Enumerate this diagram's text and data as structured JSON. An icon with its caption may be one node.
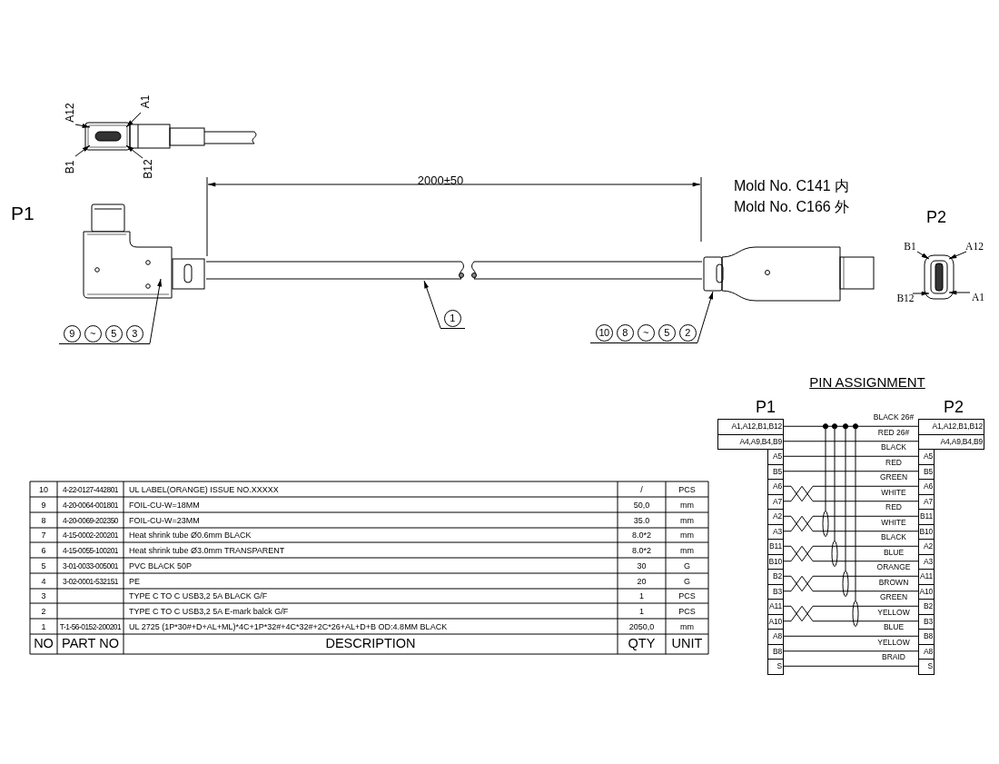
{
  "diagram": {
    "nodes": [
      {
        "text": [
          "A12"
        ]
      },
      {
        "text": [
          "A1"
        ]
      },
      {
        "text": [
          "B1"
        ]
      },
      {
        "text": [
          "B12"
        ]
      },
      {
        "text": [],
        "shape": "picture"
      },
      {
        "text": [],
        "shape": "picture"
      },
      {
        "text": [
          "9",
          "~",
          "5",
          "3"
        ]
      },
      {
        "text": [],
        "shape": "picture"
      },
      {
        "text": [
          "1"
        ]
      },
      {
        "text": [],
        "shape": "picture"
      },
      {
        "text": [
          "10",
          "8",
          "~",
          "5",
          "2"
        ]
      },
      {
        "text": [
          "B1"
        ]
      },
      {
        "text": [
          "A12"
        ]
      },
      {
        "text": [
          "B12"
        ]
      },
      {
        "text": [
          "A1"
        ]
      },
      {
        "text": [],
        "shape": "picture"
      },
      {
        "text": [
          "A1,A12,B1,B12"
        ]
      },
      {
        "text": [
          "A4,A9,B4,B9"
        ]
      },
      {
        "text": [
          "A5"
        ]
      },
      {
        "text": [
          "B5"
        ]
      },
      {
        "text": [
          "A6"
        ]
      },
      {
        "text": [
          "A7"
        ]
      },
      {
        "text": [
          "A2"
        ]
      },
      {
        "text": [
          "A3"
        ]
      },
      {
        "text": [
          "B11"
        ]
      },
      {
        "text": [
          "B10"
        ]
      },
      {
        "text": [
          "B2"
        ]
      },
      {
        "text": [
          "B3"
        ]
      },
      {
        "text": [
          "A11"
        ]
      },
      {
        "text": [
          "A10"
        ]
      },
      {
        "text": [
          "A8"
        ]
      },
      {
        "text": [
          "B8"
        ]
      },
      {
        "text": [
          "S"
        ]
      },
      {
        "text": [
          "A1,A12,B1,B12"
        ]
      },
      {
        "text": [
          "A4,A9,B4,B9"
        ]
      },
      {
        "text": [
          "A5"
        ]
      },
      {
        "text": [
          "B5"
        ]
      },
      {
        "text": [
          "A6"
        ]
      },
      {
        "text": [
          "A7"
        ]
      },
      {
        "text": [
          "B11"
        ]
      },
      {
        "text": [
          "B10"
        ]
      },
      {
        "text": [
          "A2"
        ]
      },
      {
        "text": [
          "A3"
        ]
      },
      {
        "text": [
          "A11"
        ]
      },
      {
        "text": [
          "A10"
        ]
      },
      {
        "text": [
          "B2"
        ]
      },
      {
        "text": [
          "B3"
        ]
      },
      {
        "text": [
          "B8"
        ]
      },
      {
        "text": [
          "A8"
        ]
      },
      {
        "text": [
          "S"
        ]
      }
    ],
    "edges": [
      {
        "from": 0,
        "to": 4,
        "arrow": "to"
      },
      {
        "from": 1,
        "to": 4,
        "arrow": "to"
      },
      {
        "from": 2,
        "to": 4,
        "arrow": "to"
      },
      {
        "from": 3,
        "to": 4,
        "arrow": "to"
      },
      {
        "from": 6,
        "to": 5,
        "arrow": "to"
      },
      {
        "from": 8,
        "to": 7,
        "arrow": "to"
      },
      {
        "from": 10,
        "to": 9,
        "arrow": "to"
      },
      {
        "from": 11,
        "to": 15,
        "arrow": "to"
      },
      {
        "from": 12,
        "to": 15,
        "arrow": "to"
      },
      {
        "from": 13,
        "to": 15,
        "arrow": "to"
      },
      {
        "from": 14,
        "to": 15,
        "arrow": "to"
      },
      {
        "from": 16,
        "to": 33,
        "arrow": "none",
        "label": "BLACK 26#"
      },
      {
        "from": 17,
        "to": 34,
        "arrow": "none",
        "label": "RED 26#"
      },
      {
        "from": 18,
        "to": 35,
        "arrow": "none",
        "label": "BLACK"
      },
      {
        "from": 19,
        "to": 36,
        "arrow": "none",
        "label": "RED"
      },
      {
        "from": 20,
        "to": 37,
        "arrow": "none",
        "label": "GREEN"
      },
      {
        "from": 21,
        "to": 38,
        "arrow": "none",
        "label": "WHITE"
      },
      {
        "from": 22,
        "to": 39,
        "arrow": "none",
        "label": "RED"
      },
      {
        "from": 23,
        "to": 40,
        "arrow": "none",
        "label": "WHITE"
      },
      {
        "from": 24,
        "to": 41,
        "arrow": "none",
        "label": "BLACK"
      },
      {
        "from": 25,
        "to": 42,
        "arrow": "none",
        "label": "BLUE"
      },
      {
        "from": 26,
        "to": 43,
        "arrow": "none",
        "label": "ORANGE"
      },
      {
        "from": 27,
        "to": 44,
        "arrow": "none",
        "label": "BROWN"
      },
      {
        "from": 28,
        "to": 45,
        "arrow": "none",
        "label": "GREEN"
      },
      {
        "from": 29,
        "to": 46,
        "arrow": "none",
        "label": "YELLOW"
      },
      {
        "from": 30,
        "to": 47,
        "arrow": "none",
        "label": "BLUE"
      },
      {
        "from": 31,
        "to": 48,
        "arrow": "none",
        "label": "YELLOW"
      },
      {
        "from": 32,
        "to": 49,
        "arrow": "none",
        "label": "BRAID"
      }
    ],
    "labels": [
      "P1",
      "2000±50",
      "Mold No. C141 内",
      "Mold No. C166 外",
      "P2",
      "PIN ASSIGNMENT",
      "P1",
      "P2",
      "10",
      "4-22-0127-442801",
      "UL LABEL(ORANGE) ISSUE NO.XXXXX",
      "/",
      "PCS",
      "9",
      "4-20-0064-001801",
      "FOIL-CU-W=18MM",
      "50,0",
      "mm",
      "8",
      "4-20-0069-202350",
      "FOIL-CU-W=23MM",
      "35.0",
      "mm",
      "7",
      "4-15-0002-200201",
      "Heat shrink tube Ø0.6mm BLACK",
      "8.0*2",
      "mm",
      "6",
      "4-15-0055-100201",
      "Heat shrink tube Ø3.0mm TRANSPARENT",
      "8.0*2",
      "mm",
      "5",
      "3-01-0033-005001",
      "PVC BLACK 50P",
      "30",
      "G",
      "4",
      "3-02-0001-532151",
      "PE",
      "20",
      "G",
      "3",
      "TYPE C TO C USB3,2 5A BLACK G/F",
      "1",
      "PCS",
      "2",
      "TYPE C TO C USB3,2 5A E-mark balck G/F",
      "1",
      "PCS",
      "1",
      "T-1-56-0152-200201",
      "UL 2725 (1P*30#+D+AL+ML)*4C+1P*32#+4C*32#+2C*26+AL+D+B OD:4.8MM BLACK",
      "2050,0",
      "mm",
      "NO",
      "PART NO",
      "DESCRIPTION",
      "QTY",
      "UNIT"
    ]
  }
}
